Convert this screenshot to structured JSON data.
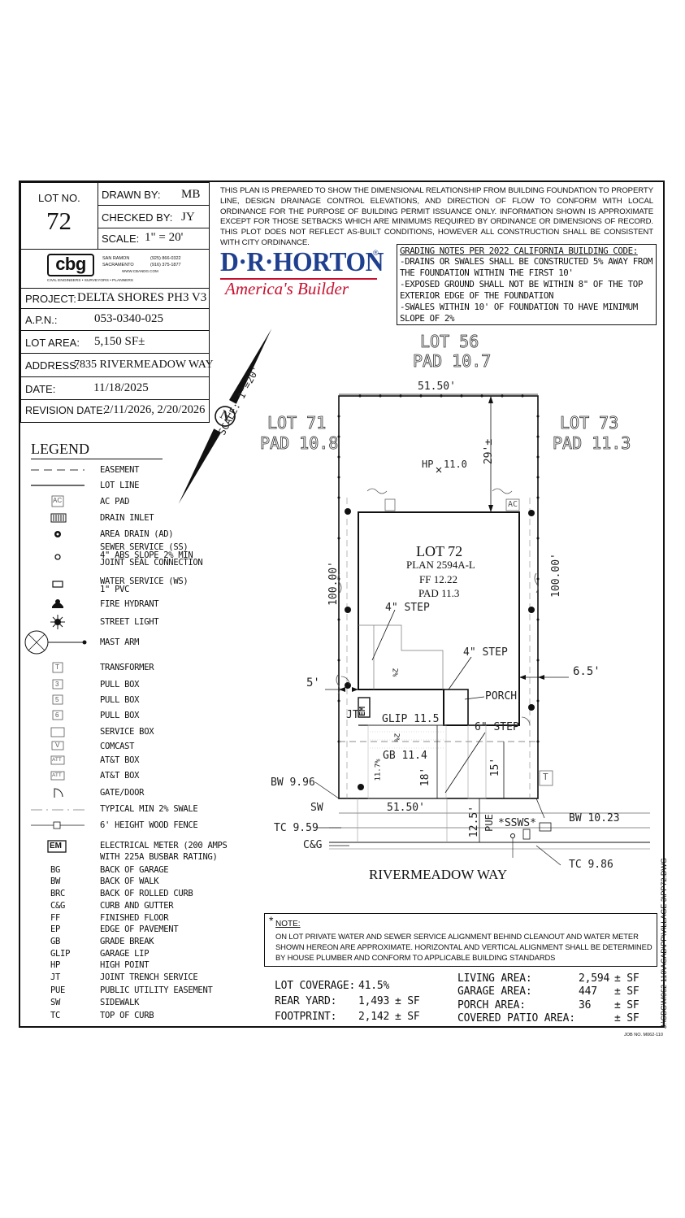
{
  "title_block": {
    "lot_no_label": "LOT NO.",
    "lot_no": "72",
    "drawn_by_label": "DRAWN BY:",
    "drawn_by": "MB",
    "checked_by_label": "CHECKED BY:",
    "checked_by": "JY",
    "scale_label": "SCALE:",
    "scale": "1\" = 20'",
    "cbg": {
      "logo": "cbg",
      "tagline": "CIVIL ENGINEERS  •  SURVEYORS  •  PLANNERS",
      "city1": "SAN RAMON",
      "phone1": "(925) 866-0322",
      "city2": "SACRAMENTO",
      "phone2": "(916) 375-1877",
      "web": "WWW.CBANDG.COM"
    },
    "project_label": "PROJECT:",
    "project": "DELTA SHORES PH3 V3",
    "apn_label": "A.P.N.:",
    "apn": "053-0340-025",
    "lot_area_label": "LOT AREA:",
    "lot_area": "5,150 SF±",
    "address_label": "ADDRESS:",
    "address": "7835 RIVERMEADOW WAY",
    "date_label": "DATE:",
    "date": "11/18/2025",
    "revision_label": "REVISION DATE:",
    "revision": "2/11/2026, 2/20/2026"
  },
  "disclaimer": "THIS PLAN IS PREPARED TO SHOW THE DIMENSIONAL RELATIONSHIP FROM BUILDING FOUNDATION TO PROPERTY LINE, DESIGN DRAINAGE CONTROL ELEVATIONS, AND DIRECTION OF FLOW TO CONFORM WITH LOCAL ORDINANCE FOR THE PURPOSE OF BUILDING PERMIT ISSUANCE ONLY. INFORMATION SHOWN IS APPROXIMATE EXCEPT FOR THOSE SETBACKS WHICH ARE MINIMUMS REQUIRED BY ORDINANCE OR DIMENSIONS OF RECORD. THIS PLOT DOES NOT REFLECT AS-BUILT CONDITIONS, HOWEVER ALL CONSTRUCTION SHALL BE CONSISTENT WITH CITY ORDINANCE.",
  "brand": {
    "name": "D·R·HORTON",
    "tagline": "America's Builder",
    "mark": "®",
    "color": "#1f3f8f",
    "accent": "#c8102e"
  },
  "grading": {
    "title": "GRADING NOTES PER 2022 CALIFORNIA BUILDING CODE:",
    "lines": [
      "-DRAINS OR SWALES SHALL BE CONSTRUCTED 5% AWAY FROM",
      "THE FOUNDATION WITHIN THE FIRST 10'",
      "-EXPOSED GROUND SHALL NOT BE WITHIN 8\" OF THE TOP",
      "EXTERIOR EDGE OF THE FOUNDATION",
      "-SWALES WITHIN 10' OF FOUNDATION TO HAVE MINIMUM",
      "SLOPE OF 2%"
    ]
  },
  "legend": {
    "title": "LEGEND",
    "items": [
      {
        "sym": "dash",
        "label": "EASEMENT"
      },
      {
        "sym": "line",
        "label": "LOT LINE"
      },
      {
        "sym": "ac",
        "label": "AC PAD"
      },
      {
        "sym": "drain",
        "label": "DRAIN INLET"
      },
      {
        "sym": "area-drain",
        "label": "AREA DRAIN (AD)"
      },
      {
        "sym": "sewer",
        "label": "SEWER SERVICE (SS)\n4\" ABS SLOPE 2% MIN\nJOINT SEAL CONNECTION"
      },
      {
        "sym": "water",
        "label": "WATER SERVICE (WS)\n1\" PVC"
      },
      {
        "sym": "hydrant",
        "label": "FIRE HYDRANT"
      },
      {
        "sym": "light",
        "label": "STREET LIGHT"
      },
      {
        "sym": "mast",
        "label": "MAST ARM"
      },
      {
        "sym": "transformer",
        "label": "TRANSFORMER"
      },
      {
        "sym": "pull3",
        "label": "PULL BOX"
      },
      {
        "sym": "pull5",
        "label": "PULL BOX"
      },
      {
        "sym": "pull6",
        "label": "PULL BOX"
      },
      {
        "sym": "service",
        "label": "SERVICE BOX"
      },
      {
        "sym": "comcast",
        "label": "COMCAST"
      },
      {
        "sym": "att1",
        "label": "AT&T BOX"
      },
      {
        "sym": "att2",
        "label": "AT&T BOX"
      },
      {
        "sym": "gate",
        "label": "GATE/DOOR"
      },
      {
        "sym": "swale",
        "label": "TYPICAL MIN 2% SWALE"
      },
      {
        "sym": "fence",
        "label": "6' HEIGHT WOOD FENCE"
      },
      {
        "sym": "em",
        "label": "ELECTRICAL METER (200 AMPS\nWITH 225A BUSBAR RATING)"
      }
    ],
    "symbol_text": {
      "ac": "AC",
      "transformer": "T",
      "pull3": "3",
      "pull5": "5",
      "pull6": "6",
      "comcast": "V",
      "att1": "ATT",
      "att2": "ATT",
      "em": "EM"
    },
    "abbreviations": [
      {
        "code": "BG",
        "label": "BACK OF GARAGE"
      },
      {
        "code": "BW",
        "label": "BACK OF WALK"
      },
      {
        "code": "BRC",
        "label": "BACK OF ROLLED CURB"
      },
      {
        "code": "C&G",
        "label": "CURB AND GUTTER"
      },
      {
        "code": "FF",
        "label": "FINISHED FLOOR"
      },
      {
        "code": "EP",
        "label": "EDGE OF PAVEMENT"
      },
      {
        "code": "GB",
        "label": "GRADE BREAK"
      },
      {
        "code": "GLIP",
        "label": "GARAGE LIP"
      },
      {
        "code": "HP",
        "label": "HIGH POINT"
      },
      {
        "code": "JT",
        "label": "JOINT TRENCH SERVICE"
      },
      {
        "code": "PUE",
        "label": "PUBLIC UTILITY EASEMENT"
      },
      {
        "code": "SW",
        "label": "SIDEWALK"
      },
      {
        "code": "TC",
        "label": "TOP OF CURB"
      }
    ]
  },
  "plan": {
    "north": "N",
    "scale_note": "SCALE: 1\"=20'",
    "lot56": "LOT 56",
    "pad56": "PAD 10.7",
    "lot71": "LOT 71",
    "pad71": "PAD 10.8",
    "lot73": "LOT 73",
    "pad73": "PAD 11.3",
    "top_width": "51.50'",
    "bottom_width": "51.50'",
    "rear_setback": "29'±",
    "hp": "HP",
    "hp_val": "11.0",
    "left_depth": "100.00'",
    "right_depth": "100.00'",
    "ac": "AC",
    "lot_title": "LOT 72",
    "plan_name": "PLAN 2594A-L",
    "ff": "FF 12.22",
    "pad": "PAD 11.3",
    "step4a": "4\" STEP",
    "step4b": "4\" STEP",
    "step6": "6\" STEP",
    "porch": "PORCH",
    "slope": "2%",
    "slope2": "2%",
    "slope3": "11.7%",
    "left_setback": "5'",
    "right_setback": "6.5'",
    "jt": "JT",
    "em": "EM",
    "glip": "GLIP 11.5",
    "gb": "GB 11.4",
    "d18": "18'",
    "d15": "15'",
    "d125": "12.5'",
    "pue": "PUE",
    "bw_left": "BW 9.96",
    "bw_right": "BW 10.23",
    "sw": "SW",
    "tc_left": "TC 9.59",
    "tc_right": "TC 9.86",
    "cg": "C&G",
    "ssws": "*SSWS*",
    "t": "T",
    "street": "RIVERMEADOW WAY",
    "dwg_path": "J:\\CBG\\M062-110\\ACAD\\PP\\VILLAGE 3\\PP72.DWG"
  },
  "footnote": {
    "marker": "*",
    "title": "NOTE:",
    "text": "ON LOT PRIVATE WATER AND SEWER SERVICE ALIGNMENT BEHIND CLEANOUT AND WATER METER SHOWN HEREON ARE APPROXIMATE. HORIZONTAL AND VERTICAL ALIGNMENT SHALL BE DETERMINED BY HOUSE PLUMBER AND CONFORM TO APPLICABLE BUILDING STANDARDS"
  },
  "stats": {
    "lot_coverage_label": "LOT COVERAGE:",
    "lot_coverage": "41.5%",
    "rear_yard_label": "REAR YARD:",
    "rear_yard": "1,493",
    "footprint_label": "FOOTPRINT:",
    "footprint": "2,142",
    "living_label": "LIVING AREA:",
    "living": "2,594",
    "garage_label": "GARAGE AREA:",
    "garage": "447",
    "porch_label": "PORCH AREA:",
    "porch": "36",
    "patio_label": "COVERED PATIO AREA:",
    "patio": "",
    "unit": "± SF"
  },
  "job_no": "JOB NO. M062-110"
}
